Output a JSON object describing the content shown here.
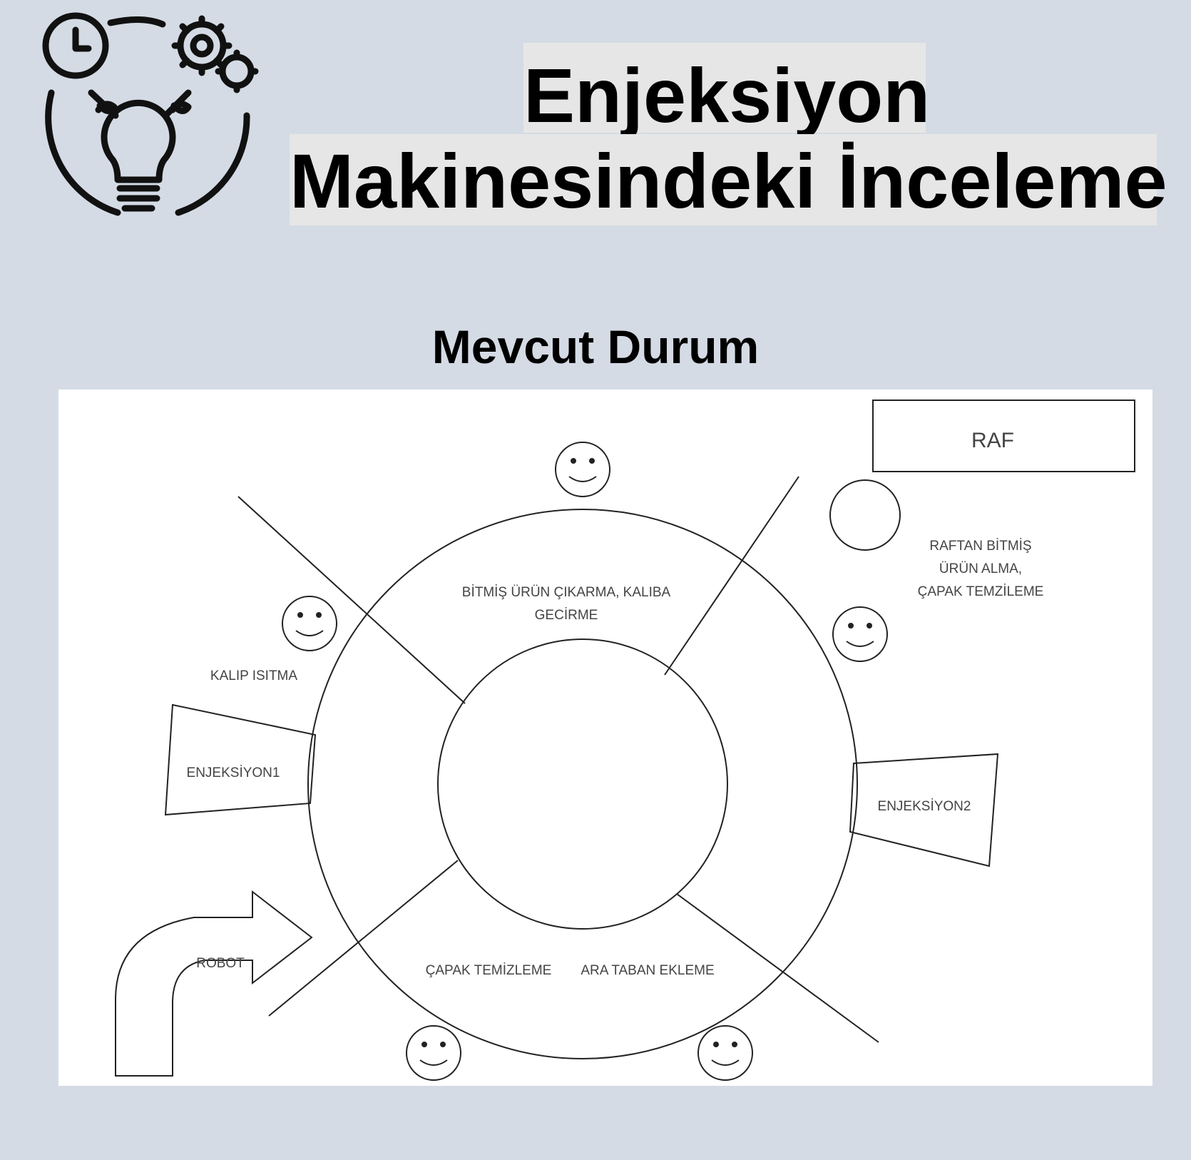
{
  "header": {
    "icon": "idea-process-icon",
    "title_line1": "Enjeksiyon",
    "title_line2": "Makinesindeki İnceleme"
  },
  "section": {
    "subtitle": "Mevcut Durum"
  },
  "diagram": {
    "shelf_label": "RAF",
    "shelf_task_line1": "RAFTAN BİTMİŞ",
    "shelf_task_line2": "ÜRÜN ALMA,",
    "shelf_task_line3": "ÇAPAK TEMZİLEME",
    "top_task_line1": "BİTMİŞ ÜRÜN ÇIKARMA, KALIBA",
    "top_task_line2": "GECİRME",
    "mold_heating": "KALIP ISITMA",
    "machine1": "ENJEKSİYON1",
    "machine2": "ENJEKSİYON2",
    "robot": "ROBOT",
    "deburring": "ÇAPAK TEMİZLEME",
    "insole": "ARA TABAN EKLEME",
    "operator_icon": "smiley-face-icon",
    "operator_count": 5
  }
}
